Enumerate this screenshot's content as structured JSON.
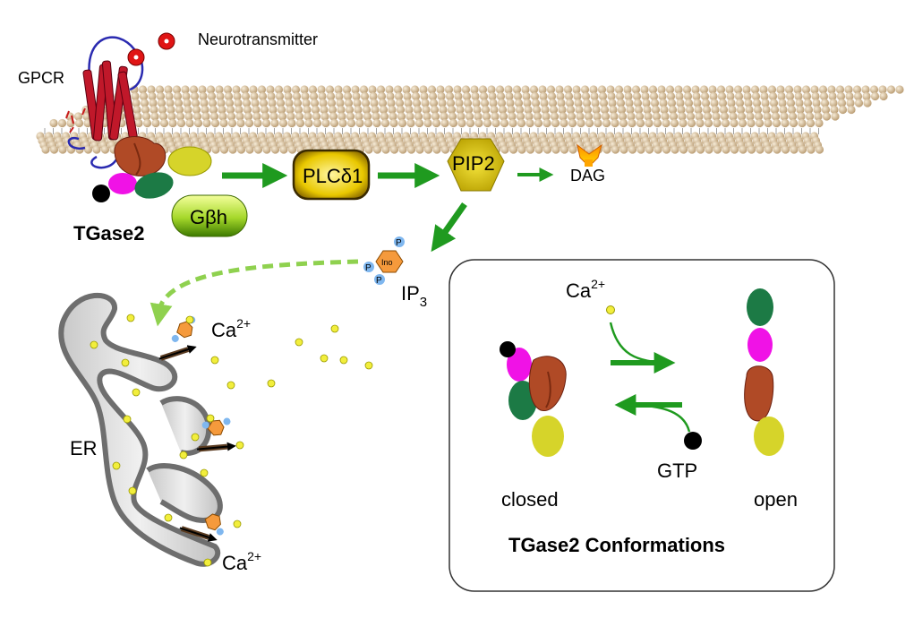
{
  "labels": {
    "neurotransmitter": "Neurotransmitter",
    "gpcr": "GPCR",
    "tgase2": "TGase2",
    "gbh_base": "Gβh",
    "plc": "PLCδ1",
    "pip2": "PIP2",
    "dag": "DAG",
    "ip3_base": "IP",
    "ip3_sub": "3",
    "ca_base": "Ca",
    "ca_sup": "2+",
    "er": "ER",
    "ino": "Ino",
    "phosphate": "P",
    "gtp": "GTP",
    "closed": "closed",
    "open": "open",
    "box_title": "TGase2 Conformations"
  },
  "colors": {
    "arrow_green": "#1f9a1f",
    "dashed_green": "#8fd14f",
    "calcium_yellow": "#f2ee3c",
    "tgase_brown": "#b04a26",
    "domain_magenta": "#f012e6",
    "domain_green": "#1c7a45",
    "domain_olive": "#d6d42a",
    "gtp_black": "#000000",
    "er_gray": "#d4d4d4",
    "membrane_bead": "#d9bf9a",
    "gpcr_red": "#c0182a"
  },
  "icons": [
    "neurotransmitter-dot-icon",
    "membrane-bilayer-icon",
    "gpcr-receptor-icon",
    "ip3-molecule-icon",
    "er-channel-icon",
    "dag-molecule-icon"
  ]
}
